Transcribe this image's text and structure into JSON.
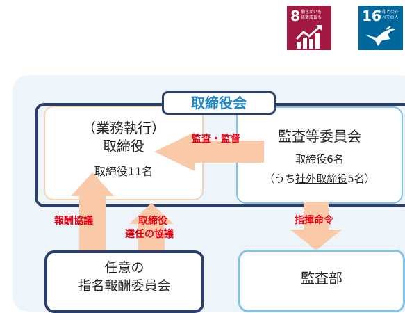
{
  "sdg": [
    {
      "number": "8",
      "text": "働きがいも\n経済成長も",
      "color": "#a21942"
    },
    {
      "number": "16",
      "text": "平和と公正\nすべての人",
      "color": "#00689d"
    }
  ],
  "diagram": {
    "board_title": "取締役会",
    "executive": {
      "line1": "（業務執行）",
      "line2": "取締役",
      "count": "取締役11名"
    },
    "audit_committee": {
      "title": "監査等委員会",
      "count": "取締役6名",
      "outside_prefix": "（うち",
      "outside_underlined": "社外取締役",
      "outside_suffix": "5名）"
    },
    "arrow_audit_supervise": "監査・監督",
    "arrow_remuneration": "報酬協議",
    "arrow_director_line1": "取締役",
    "arrow_director_line2": "選任の協議",
    "arrow_command": "指揮命令",
    "nomination": {
      "line1": "任意の",
      "line2": "指名報酬委員会"
    },
    "audit_dept": "監査部"
  },
  "colors": {
    "navy": "#2b3f6e",
    "blue_accent": "#1f88c8",
    "light_blue": "#7fc3ea",
    "peach": "#f9c9a8",
    "red_text": "#e60012",
    "panel_bg": "#edf5fb"
  }
}
